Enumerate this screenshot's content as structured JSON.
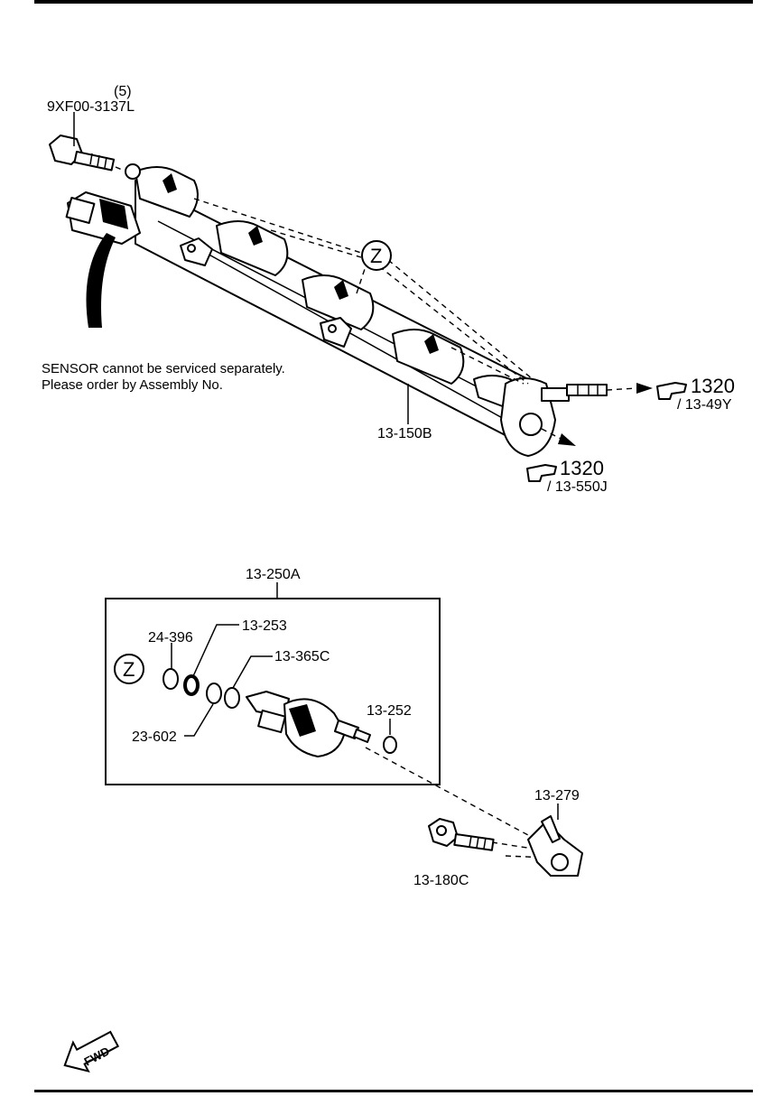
{
  "labels": {
    "bolt_qty": "(5)",
    "bolt_part": "9XF00-3137L",
    "z_marker_top": "Z",
    "sensor_note_1": "SENSOR cannot be serviced separately.",
    "sensor_note_2": "Please order by Assembly No.",
    "rail_part": "13-150B",
    "ref_a_num": "1320",
    "ref_a_sub": "/ 13-49Y",
    "ref_b_num": "1320",
    "ref_b_sub": "/ 13-550J",
    "injector_assy": "13-250A",
    "z_marker_bottom": "Z",
    "oring_a": "24-396",
    "oring_b": "13-253",
    "oring_c": "13-365C",
    "oring_d": "23-602",
    "cap": "13-252",
    "clip": "13-279",
    "bolt_small": "13-180C",
    "fwd": "FWD"
  },
  "colors": {
    "ink": "#000000",
    "paper": "#ffffff"
  }
}
